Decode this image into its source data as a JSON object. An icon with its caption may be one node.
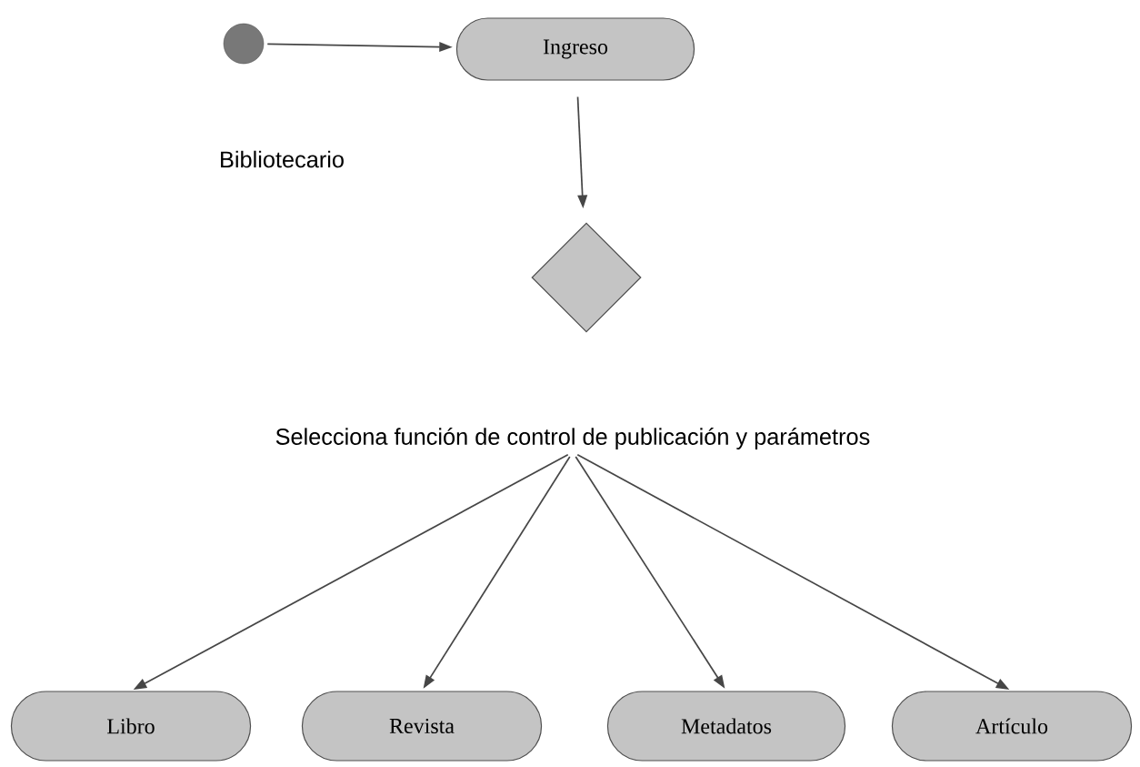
{
  "diagram": {
    "nodes": [
      {
        "text": [],
        "shape": "circle"
      },
      {
        "text": [
          "Ingreso"
        ]
      },
      {
        "text": [],
        "shape": "diamond"
      },
      {
        "text": [
          "Selecciona función de control de publicación y parámetros"
        ]
      },
      {
        "text": [
          "Libro"
        ]
      },
      {
        "text": [
          "Revista"
        ]
      },
      {
        "text": [
          "Metadatos"
        ]
      },
      {
        "text": [
          "Artículo"
        ]
      }
    ],
    "edges": [
      {
        "from": 0,
        "to": 1,
        "arrow": "to"
      },
      {
        "from": 1,
        "to": 2,
        "arrow": "to"
      },
      {
        "from": 3,
        "to": 4,
        "arrow": "to"
      },
      {
        "from": 3,
        "to": 5,
        "arrow": "to"
      },
      {
        "from": 3,
        "to": 6,
        "arrow": "to"
      },
      {
        "from": 3,
        "to": 7,
        "arrow": "to"
      }
    ],
    "labels": [
      "Bibliotecario"
    ]
  }
}
